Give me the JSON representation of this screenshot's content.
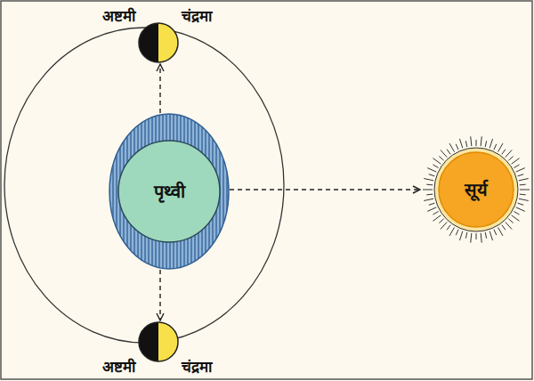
{
  "diagram": {
    "nodes": [
      {
        "text": [
          "अष्टमी",
          "चंद्रमा"
        ]
      },
      {
        "text": [
          "पृथ्वी"
        ]
      },
      {
        "text": [
          "सूर्य"
        ]
      },
      {
        "text": [
          "अष्टमी",
          "चंद्रमा"
        ]
      }
    ],
    "edges": [
      {
        "from": 1,
        "to": 0,
        "arrow": "to"
      },
      {
        "from": 1,
        "to": 2,
        "arrow": "to"
      },
      {
        "from": 1,
        "to": 3,
        "arrow": "to"
      }
    ]
  }
}
